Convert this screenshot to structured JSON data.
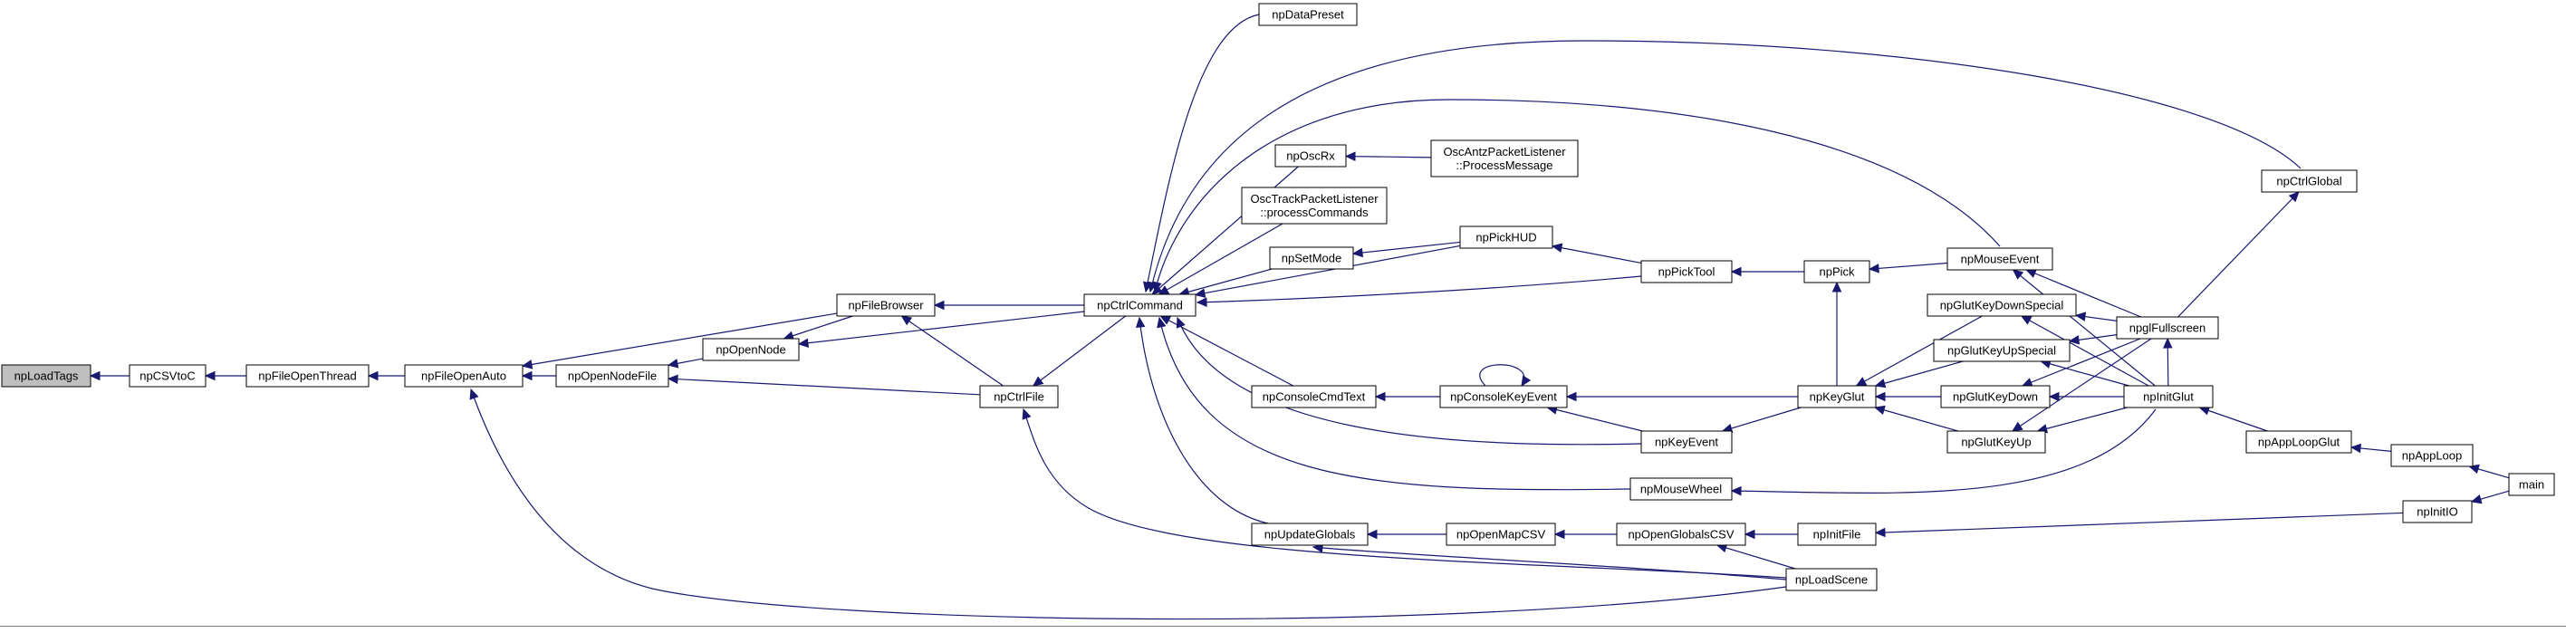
{
  "graph": {
    "nodes": [
      {
        "id": "npLoadTags",
        "label": "npLoadTags",
        "root": true
      },
      {
        "id": "npCSVtoC",
        "label": "npCSVtoC"
      },
      {
        "id": "npFileOpenThread",
        "label": "npFileOpenThread"
      },
      {
        "id": "npFileOpenAuto",
        "label": "npFileOpenAuto"
      },
      {
        "id": "npOpenNodeFile",
        "label": "npOpenNodeFile"
      },
      {
        "id": "npOpenNode",
        "label": "npOpenNode"
      },
      {
        "id": "npFileBrowser",
        "label": "npFileBrowser"
      },
      {
        "id": "npCtrlFile",
        "label": "npCtrlFile"
      },
      {
        "id": "npCtrlCommand",
        "label": "npCtrlCommand"
      },
      {
        "id": "npDataPreset",
        "label": "npDataPreset"
      },
      {
        "id": "npOscRx",
        "label": "npOscRx"
      },
      {
        "id": "OscAntzPacketListener",
        "label": "OscAntzPacketListener\n::ProcessMessage"
      },
      {
        "id": "OscTrackPacketListener",
        "label": "OscTrackPacketListener\n::processCommands"
      },
      {
        "id": "npSetMode",
        "label": "npSetMode"
      },
      {
        "id": "npPickHUD",
        "label": "npPickHUD"
      },
      {
        "id": "npPickTool",
        "label": "npPickTool"
      },
      {
        "id": "npPick",
        "label": "npPick"
      },
      {
        "id": "npMouseEvent",
        "label": "npMouseEvent"
      },
      {
        "id": "npCtrlGlobal",
        "label": "npCtrlGlobal"
      },
      {
        "id": "npConsoleCmdText",
        "label": "npConsoleCmdText"
      },
      {
        "id": "npConsoleKeyEvent",
        "label": "npConsoleKeyEvent"
      },
      {
        "id": "npKeyEvent",
        "label": "npKeyEvent"
      },
      {
        "id": "npKeyGlut",
        "label": "npKeyGlut"
      },
      {
        "id": "npGlutKeyDownSpecial",
        "label": "npGlutKeyDownSpecial"
      },
      {
        "id": "npGlutKeyUpSpecial",
        "label": "npGlutKeyUpSpecial"
      },
      {
        "id": "npGlutKeyDown",
        "label": "npGlutKeyDown"
      },
      {
        "id": "npGlutKeyUp",
        "label": "npGlutKeyUp"
      },
      {
        "id": "npglFullscreen",
        "label": "npglFullscreen"
      },
      {
        "id": "npInitGlut",
        "label": "npInitGlut"
      },
      {
        "id": "npAppLoopGlut",
        "label": "npAppLoopGlut"
      },
      {
        "id": "npAppLoop",
        "label": "npAppLoop"
      },
      {
        "id": "main",
        "label": "main"
      },
      {
        "id": "npMouseWheel",
        "label": "npMouseWheel"
      },
      {
        "id": "npUpdateGlobals",
        "label": "npUpdateGlobals"
      },
      {
        "id": "npOpenMapCSV",
        "label": "npOpenMapCSV"
      },
      {
        "id": "npOpenGlobalsCSV",
        "label": "npOpenGlobalsCSV"
      },
      {
        "id": "npInitFile",
        "label": "npInitFile"
      },
      {
        "id": "npInitIO",
        "label": "npInitIO"
      },
      {
        "id": "npLoadScene",
        "label": "npLoadScene"
      }
    ],
    "edges": [
      {
        "from": "npCSVtoC",
        "to": "npLoadTags"
      },
      {
        "from": "npFileOpenThread",
        "to": "npCSVtoC"
      },
      {
        "from": "npFileOpenAuto",
        "to": "npFileOpenThread"
      },
      {
        "from": "npOpenNodeFile",
        "to": "npFileOpenAuto"
      },
      {
        "from": "npFileBrowser",
        "to": "npFileOpenAuto"
      },
      {
        "from": "npLoadScene",
        "to": "npFileOpenAuto"
      },
      {
        "from": "npOpenNode",
        "to": "npOpenNodeFile"
      },
      {
        "from": "npCtrlFile",
        "to": "npOpenNodeFile"
      },
      {
        "from": "npFileBrowser",
        "to": "npOpenNode"
      },
      {
        "from": "npCtrlCommand",
        "to": "npOpenNode"
      },
      {
        "from": "npCtrlCommand",
        "to": "npFileBrowser"
      },
      {
        "from": "npCtrlFile",
        "to": "npFileBrowser"
      },
      {
        "from": "npCtrlCommand",
        "to": "npCtrlFile"
      },
      {
        "from": "npLoadScene",
        "to": "npCtrlFile"
      },
      {
        "from": "npDataPreset",
        "to": "npCtrlCommand"
      },
      {
        "from": "npOscRx",
        "to": "npCtrlCommand"
      },
      {
        "from": "OscTrackPacketListener",
        "to": "npCtrlCommand"
      },
      {
        "from": "npSetMode",
        "to": "npCtrlCommand"
      },
      {
        "from": "npPickHUD",
        "to": "npCtrlCommand"
      },
      {
        "from": "npPickTool",
        "to": "npCtrlCommand"
      },
      {
        "from": "npMouseEvent",
        "to": "npCtrlCommand"
      },
      {
        "from": "npCtrlGlobal",
        "to": "npCtrlCommand"
      },
      {
        "from": "npConsoleCmdText",
        "to": "npCtrlCommand"
      },
      {
        "from": "npKeyEvent",
        "to": "npCtrlCommand"
      },
      {
        "from": "npMouseWheel",
        "to": "npCtrlCommand"
      },
      {
        "from": "npUpdateGlobals",
        "to": "npCtrlCommand"
      },
      {
        "from": "OscAntzPacketListener",
        "to": "npOscRx"
      },
      {
        "from": "npPickHUD",
        "to": "npSetMode"
      },
      {
        "from": "npPickTool",
        "to": "npPickHUD"
      },
      {
        "from": "npPick",
        "to": "npPickTool"
      },
      {
        "from": "npMouseEvent",
        "to": "npPick"
      },
      {
        "from": "npKeyGlut",
        "to": "npPick"
      },
      {
        "from": "npglFullscreen",
        "to": "npMouseEvent"
      },
      {
        "from": "npInitGlut",
        "to": "npMouseEvent"
      },
      {
        "from": "npglFullscreen",
        "to": "npCtrlGlobal"
      },
      {
        "from": "npConsoleKeyEvent",
        "to": "npConsoleCmdText"
      },
      {
        "from": "npConsoleKeyEvent",
        "to": "npConsoleKeyEvent"
      },
      {
        "from": "npKeyGlut",
        "to": "npConsoleKeyEvent"
      },
      {
        "from": "npKeyEvent",
        "to": "npConsoleKeyEvent"
      },
      {
        "from": "npKeyGlut",
        "to": "npKeyEvent"
      },
      {
        "from": "npGlutKeyDownSpecial",
        "to": "npKeyGlut"
      },
      {
        "from": "npGlutKeyUpSpecial",
        "to": "npKeyGlut"
      },
      {
        "from": "npGlutKeyDown",
        "to": "npKeyGlut"
      },
      {
        "from": "npGlutKeyUp",
        "to": "npKeyGlut"
      },
      {
        "from": "npglFullscreen",
        "to": "npGlutKeyDownSpecial"
      },
      {
        "from": "npInitGlut",
        "to": "npGlutKeyDownSpecial"
      },
      {
        "from": "npglFullscreen",
        "to": "npGlutKeyUpSpecial"
      },
      {
        "from": "npInitGlut",
        "to": "npGlutKeyUpSpecial"
      },
      {
        "from": "npglFullscreen",
        "to": "npGlutKeyDown"
      },
      {
        "from": "npInitGlut",
        "to": "npGlutKeyDown"
      },
      {
        "from": "npglFullscreen",
        "to": "npGlutKeyUp"
      },
      {
        "from": "npInitGlut",
        "to": "npGlutKeyUp"
      },
      {
        "from": "npInitGlut",
        "to": "npMouseWheel"
      },
      {
        "from": "npInitGlut",
        "to": "npglFullscreen"
      },
      {
        "from": "npAppLoopGlut",
        "to": "npInitGlut"
      },
      {
        "from": "npAppLoop",
        "to": "npAppLoopGlut"
      },
      {
        "from": "main",
        "to": "npAppLoop"
      },
      {
        "from": "main",
        "to": "npInitIO"
      },
      {
        "from": "npOpenMapCSV",
        "to": "npUpdateGlobals"
      },
      {
        "from": "npOpenGlobalsCSV",
        "to": "npOpenMapCSV"
      },
      {
        "from": "npInitFile",
        "to": "npOpenGlobalsCSV"
      },
      {
        "from": "npLoadScene",
        "to": "npOpenGlobalsCSV"
      },
      {
        "from": "npInitIO",
        "to": "npInitFile"
      },
      {
        "from": "npLoadScene",
        "to": "npUpdateGlobals"
      }
    ]
  }
}
